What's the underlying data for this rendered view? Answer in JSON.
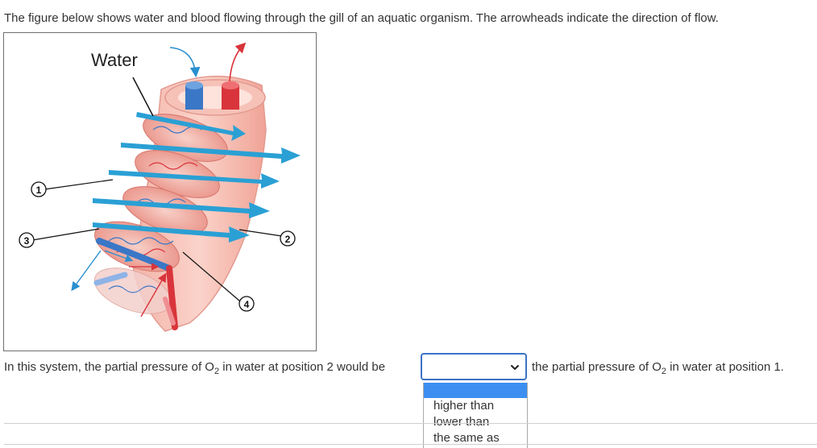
{
  "intro_text": "The figure below shows water and blood flowing through the gill of an aquatic organism. The arrowheads indicate the direction of flow.",
  "figure": {
    "water_label": "Water",
    "positions": [
      "1",
      "2",
      "3",
      "4"
    ]
  },
  "question": {
    "part1_a": "In this system, the partial pressure of O",
    "part1_sub": "2",
    "part1_b": " in water at position 2 would be",
    "part2_a": "the partial pressure of O",
    "part2_sub": "2",
    "part2_b": " in water at position 1."
  },
  "select": {
    "selected": "",
    "options": [
      "",
      "higher than",
      "lower than",
      "the same as"
    ]
  },
  "colors": {
    "water_arrow": "#2aa0d4",
    "blood_oxygenated": "#d9343b",
    "blood_deoxygenated": "#3a77c7",
    "select_border": "#3b73c6",
    "highlight": "#3c8ff1"
  }
}
